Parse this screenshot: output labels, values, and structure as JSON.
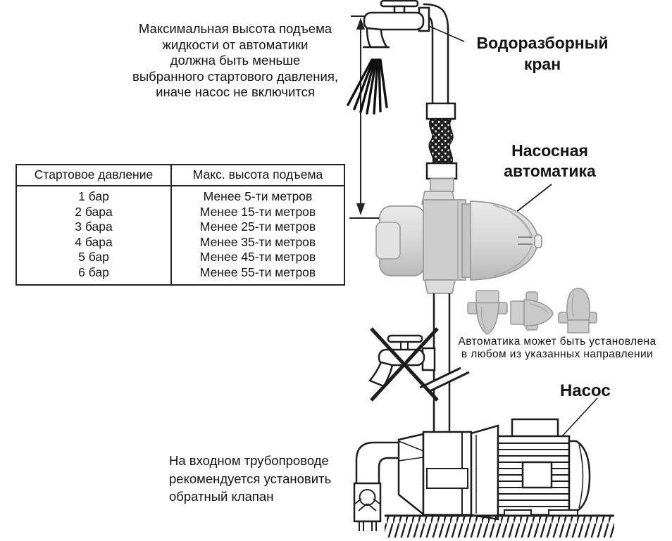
{
  "top_note": {
    "text": "Максимальная высота подъема\nжидкости от автоматики\nдолжна быть меньше\nвыбранного стартового давления,\nиначе насос не включится"
  },
  "pressure_table": {
    "headers": [
      "Стартовое давление",
      "Макс. высота подъема"
    ],
    "rows": [
      [
        "1 бар",
        "Менее 5-ти метров"
      ],
      [
        "2 бара",
        "Менее 15-ти метров"
      ],
      [
        "3 бара",
        "Менее 25-ти метров"
      ],
      [
        "4 бара",
        "Менее 35-ти метров"
      ],
      [
        "5 бар",
        "Менее 45-ти метров"
      ],
      [
        "6 бар",
        "Менее 55-ти метров"
      ]
    ]
  },
  "labels": {
    "tap": "Водоразборный\nкран",
    "automation": "Насосная\nавтоматика",
    "pump": "Насос",
    "orientation_note": "Автоматика может быть установлена\nв любом из указанных направлении",
    "inlet_note": "На входном трубопроводе\nрекомендуется установить\nобратный клапан"
  },
  "diagram_parts": [
    "water-tap-icon",
    "water-spray-icon",
    "measurement-arrow-icon",
    "flexible-hose-icon",
    "pump-automation-device-icon",
    "orientation-thumbnails-icon",
    "shutoff-valve-crossed-icon",
    "pipe-break-icon",
    "check-valve-icon",
    "pump-icon",
    "motor-icon",
    "ground-hatching-icon"
  ],
  "colors": {
    "ink": "#1d1d1d",
    "text": "#141414",
    "device_fill": "#d2d2d2",
    "device_stroke": "#9a9a9a",
    "hose_dark": "#202020",
    "background": "#ffffff"
  }
}
